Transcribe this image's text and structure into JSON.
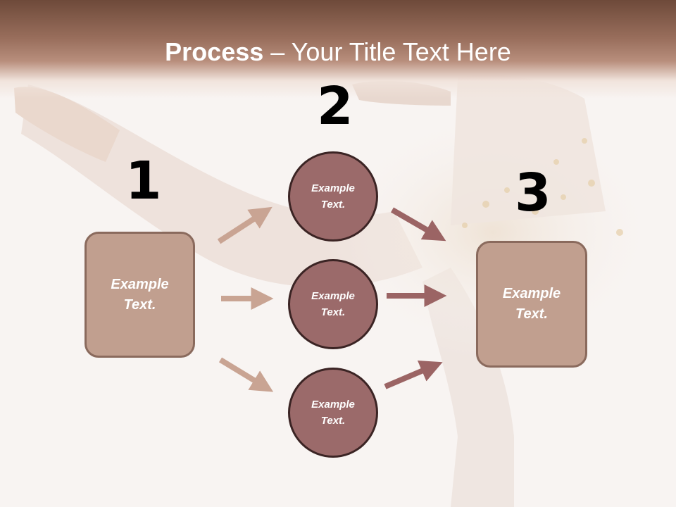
{
  "title": {
    "bold": "Process",
    "rest": " – Your Title Text Here"
  },
  "steps": [
    "1",
    "2",
    "3"
  ],
  "left_box": {
    "text": "Example Text."
  },
  "right_box": {
    "text": "Example Text."
  },
  "circles": [
    {
      "text": "Example Text."
    },
    {
      "text": "Example Text."
    },
    {
      "text": "Example Text."
    }
  ],
  "colors": {
    "header": "#8d6352",
    "box_fill": "#c19f8f",
    "box_border": "#8a6a5d",
    "circle_fill": "#9b6a6a",
    "circle_border": "#3b2424",
    "arrow_light": "#c9a493",
    "arrow_dark": "#9b6464"
  }
}
